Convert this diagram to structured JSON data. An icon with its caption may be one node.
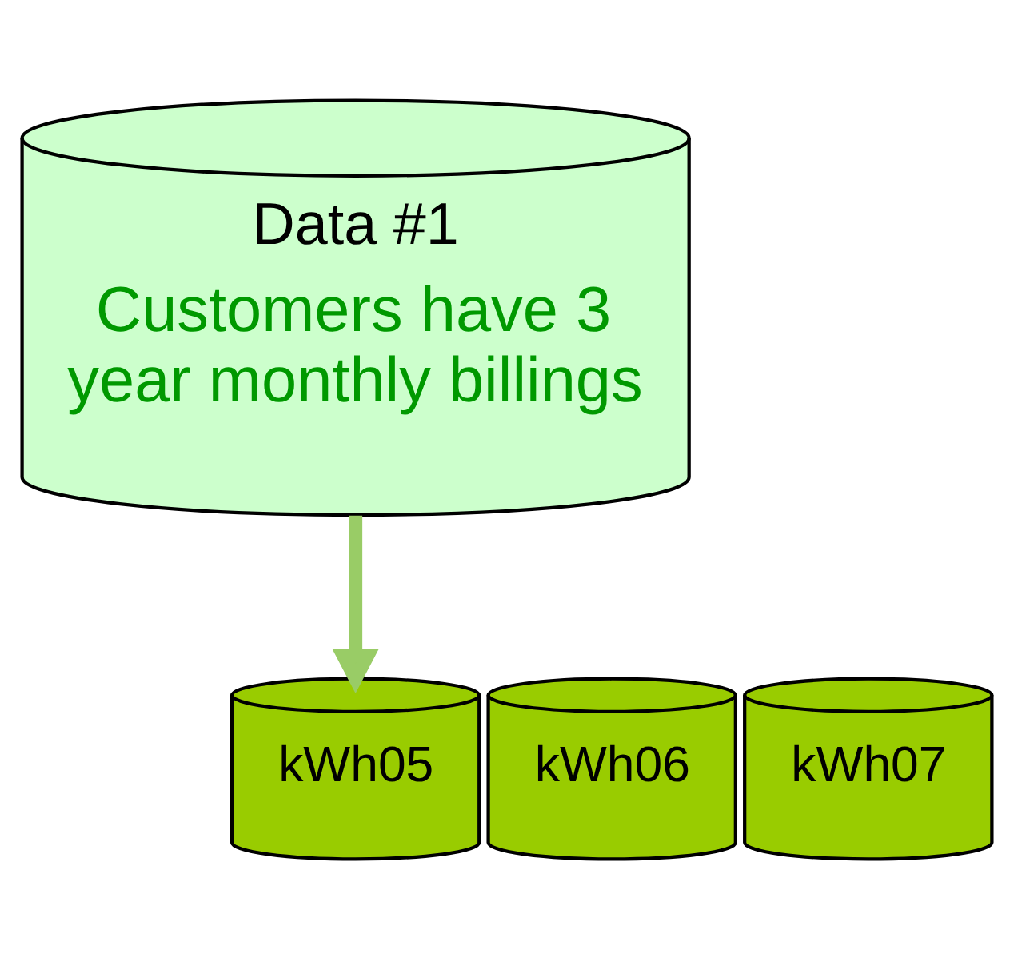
{
  "diagram": {
    "nodes": [
      {
        "text": [
          "Data #1",
          "Customers have 3 year monthly billings"
        ]
      },
      {
        "text": [
          "kWh05"
        ]
      },
      {
        "text": [
          "kWh06"
        ]
      },
      {
        "text": [
          "kWh07"
        ]
      }
    ],
    "edges": [
      {
        "from": 0,
        "to": 1,
        "arrow": "to",
        "color": "#99cc66"
      }
    ]
  }
}
